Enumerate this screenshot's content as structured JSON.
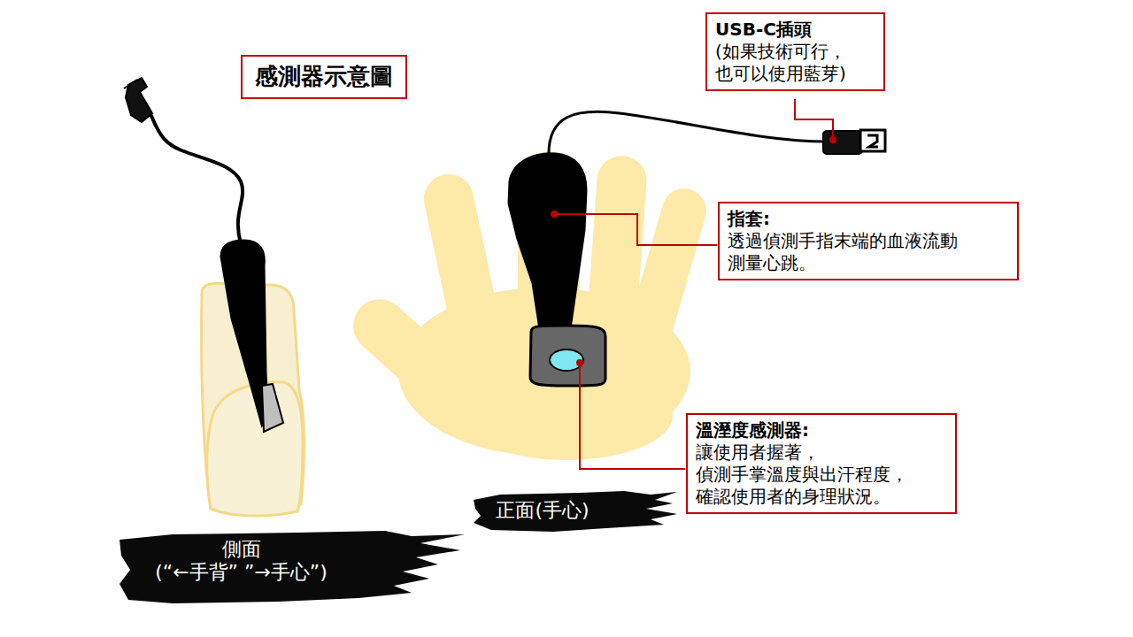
{
  "diagram": {
    "title": "感測器示意圖",
    "nodes": [
      {
        "text": [
          "USB-C插頭",
          "(如果技術可行， 也可以使用藍芽)"
        ]
      },
      {
        "text": [
          "指套:",
          "透過偵測手指末端的血液流動 測量心跳。"
        ]
      },
      {
        "text": [
          "溫溼度感測器:",
          "讓使用者握著， 偵測手掌溫度與出汗程度， 確認使用者的身理狀況。"
        ]
      },
      {
        "text": [
          "正面(手心)"
        ]
      },
      {
        "text": [
          "側面",
          "(“←手背” ”→手心”)"
        ]
      }
    ]
  }
}
